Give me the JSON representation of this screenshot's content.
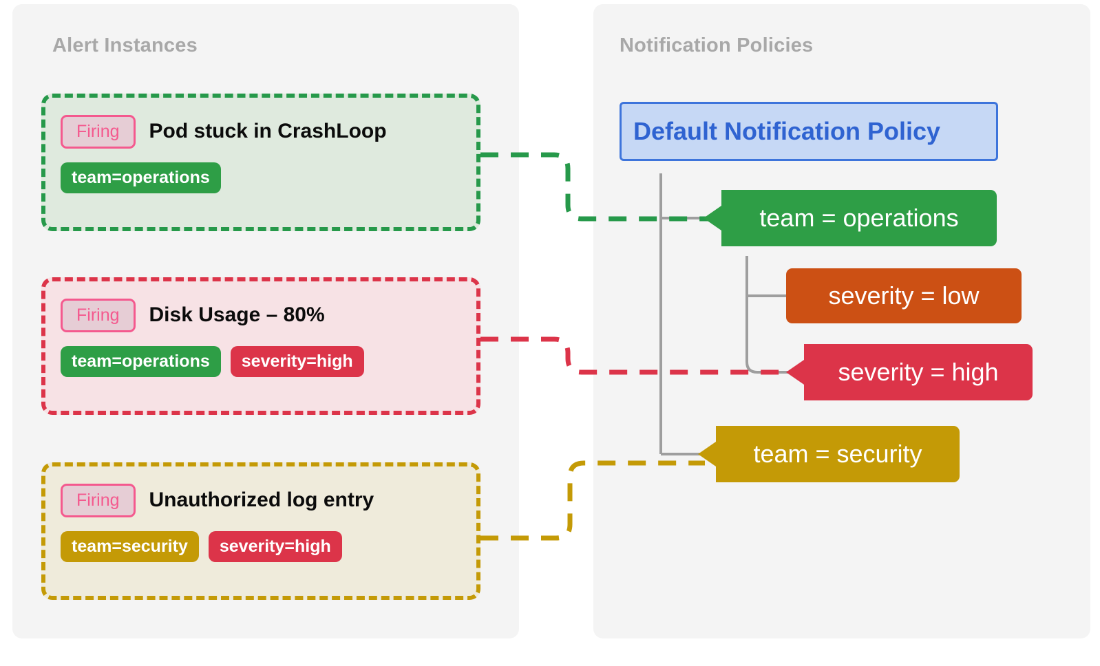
{
  "panels": {
    "alerts": {
      "title": "Alert Instances"
    },
    "policies": {
      "title": "Notification Policies"
    }
  },
  "alert_instances": [
    {
      "state": "Firing",
      "title": "Pod stuck in CrashLoop",
      "accent": "#26994a",
      "background": "#dfeade",
      "labels": [
        {
          "text": "team=operations",
          "color": "#2e9e46"
        }
      ]
    },
    {
      "state": "Firing",
      "title": "Disk Usage – 80%",
      "accent": "#dc3449",
      "background": "#f7e2e5",
      "labels": [
        {
          "text": "team=operations",
          "color": "#2e9e46"
        },
        {
          "text": "severity=high",
          "color": "#dc3449"
        }
      ]
    },
    {
      "state": "Firing",
      "title": "Unauthorized log entry",
      "accent": "#c49a06",
      "background": "#efebdb",
      "labels": [
        {
          "text": "team=security",
          "color": "#c49a06"
        },
        {
          "text": "severity=high",
          "color": "#dc3449"
        }
      ]
    }
  ],
  "notification_policies": {
    "root": {
      "label": "Default Notification Policy",
      "text_color": "#2f63d1",
      "background": "#c6d8f5",
      "border_color": "#3d74db"
    },
    "matchers": [
      {
        "label": "team = operations",
        "color": "#2e9e46",
        "matched": true,
        "depth": 1
      },
      {
        "label": "severity = low",
        "color": "#cc5014",
        "matched": false,
        "depth": 2
      },
      {
        "label": "severity = high",
        "color": "#dc3449",
        "matched": true,
        "depth": 2
      },
      {
        "label": "team = security",
        "color": "#c49a06",
        "matched": true,
        "depth": 1
      }
    ]
  },
  "connections": [
    {
      "from": "Pod stuck in CrashLoop",
      "to": "team = operations",
      "color": "#26994a"
    },
    {
      "from": "Disk Usage – 80%",
      "to": "severity = high",
      "color": "#dc3449"
    },
    {
      "from": "Unauthorized log entry",
      "to": "team = security",
      "color": "#c49a06"
    }
  ],
  "badge": {
    "firing_text_color": "#f4598e",
    "firing_background": "#e6cdd5"
  },
  "tree_line_color": "#9e9e9e"
}
